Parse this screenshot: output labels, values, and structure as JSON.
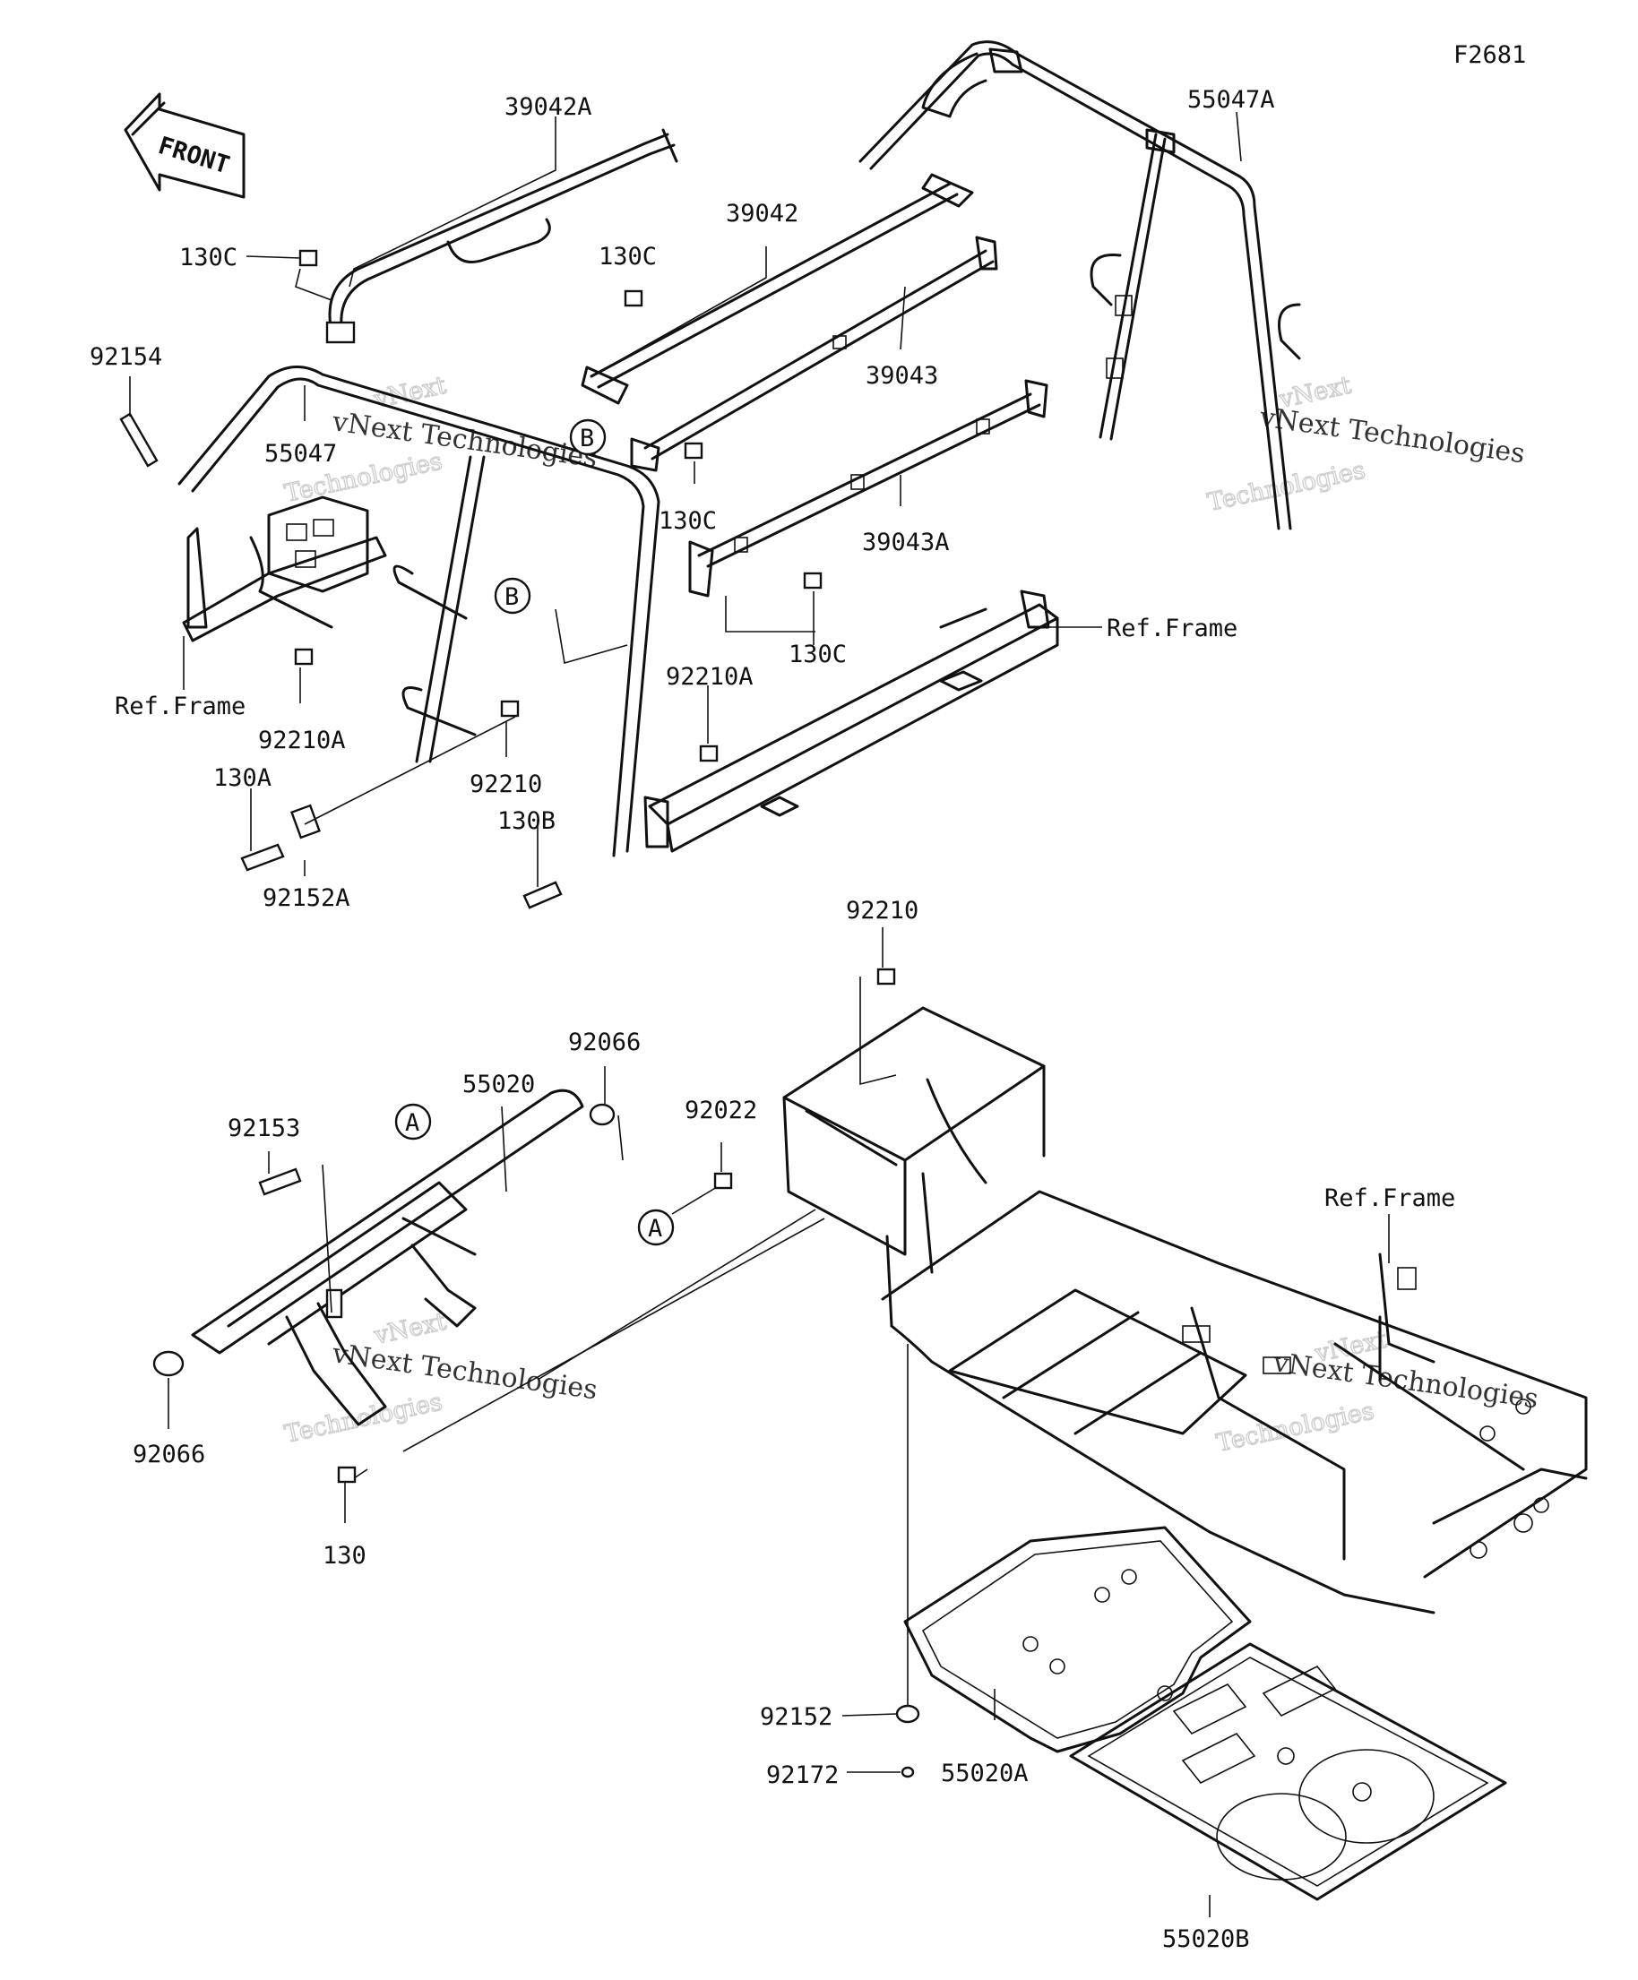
{
  "diagram": {
    "code": "F2681",
    "front_label": "FRONT",
    "watermark_brand": "vNext Technologies",
    "watermark_line1": "vNext",
    "watermark_line2": "Technologies",
    "labels": {
      "l_39042A": "39042A",
      "l_55047A": "55047A",
      "l_130C_1": "130C",
      "l_39042": "39042",
      "l_130C_2": "130C",
      "l_92154": "92154",
      "l_39043": "39043",
      "l_55047": "55047",
      "l_130C_3": "130C",
      "l_39043A": "39043A",
      "l_ref_frame_1": "Ref.Frame",
      "l_130C_4": "130C",
      "l_92210A_1": "92210A",
      "l_ref_frame_2": "Ref.Frame",
      "l_92210A_2": "92210A",
      "l_130A": "130A",
      "l_92210_1": "92210",
      "l_130B": "130B",
      "l_92152A": "92152A",
      "l_92210_2": "92210",
      "l_92066_1": "92066",
      "l_55020": "55020",
      "l_92153": "92153",
      "l_92022": "92022",
      "l_ref_frame_3": "Ref.Frame",
      "l_92066_2": "92066",
      "l_130": "130",
      "l_92152": "92152",
      "l_55020A": "55020A",
      "l_92172": "92172",
      "l_55020B": "55020B"
    },
    "callouts": {
      "ref_B_1": "B",
      "ref_B_2": "B",
      "ref_A_1": "A",
      "ref_A_2": "A"
    }
  }
}
